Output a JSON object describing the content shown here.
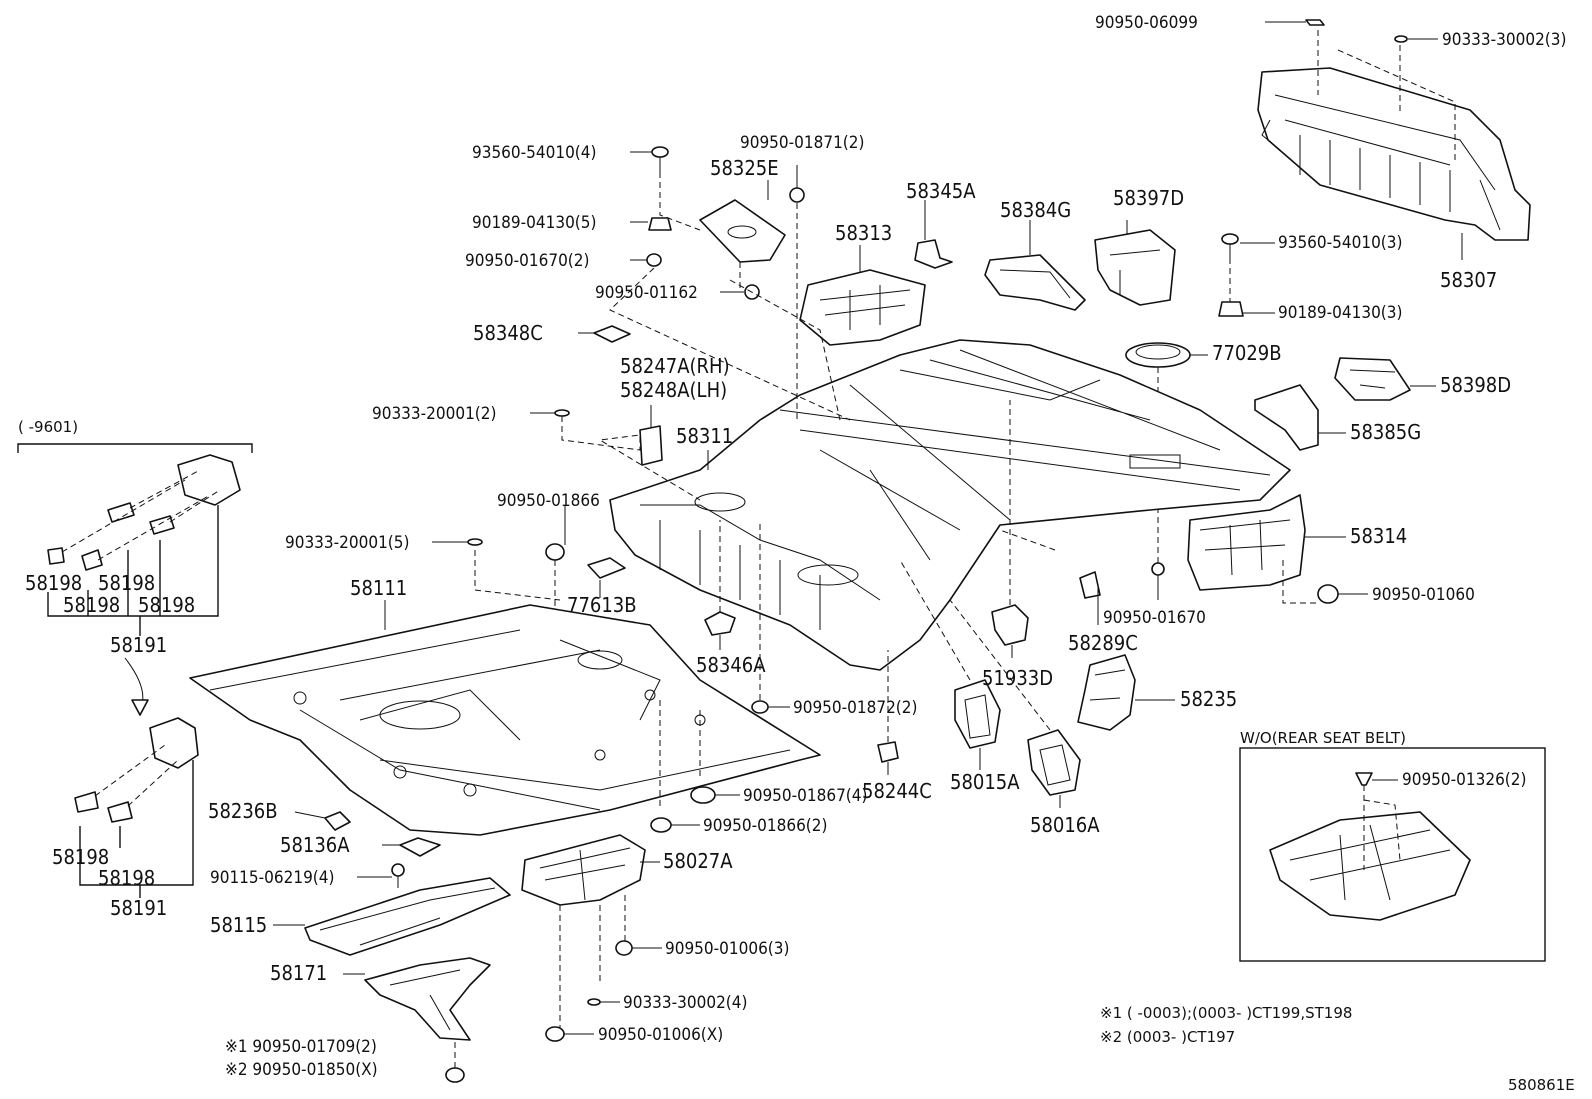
{
  "labels": {
    "p90950_06099": "90950-06099",
    "p90333_30002_3": "90333-30002(3)",
    "p58307": "58307",
    "p93560_54010_3": "93560-54010(3)",
    "p90189_04130_3": "90189-04130(3)",
    "p77029B": "77029B",
    "p58398D": "58398D",
    "p58385G": "58385G",
    "p58314": "58314",
    "p90950_01060": "90950-01060",
    "p90950_01670_r": "90950-01670",
    "p58289C": "58289C",
    "p51933D": "51933D",
    "p58235": "58235",
    "p58016A": "58016A",
    "p58015A": "58015A",
    "p58244C": "58244C",
    "p93560_54010_4": "93560-54010(4)",
    "p90950_01871_2": "90950-01871(2)",
    "p58325E": "58325E",
    "p58345A": "58345A",
    "p58384G": "58384G",
    "p58397D": "58397D",
    "p90189_04130_5": "90189-04130(5)",
    "p58313": "58313",
    "p90950_01670_2": "90950-01670(2)",
    "p90950_01162": "90950-01162",
    "p58348C": "58348C",
    "p58247A": "58247A(RH)",
    "p58248A": "58248A(LH)",
    "p90333_20001_2": "90333-20001(2)",
    "p58311": "58311",
    "p90950_01866": "90950-01866",
    "p90333_20001_5": "90333-20001(5)",
    "p77613B": "77613B",
    "p58111": "58111",
    "p58346A": "58346A",
    "p90950_01872_2": "90950-01872(2)",
    "p90950_01867_4": "90950-01867(4)",
    "p90950_01866_2": "90950-01866(2)",
    "p58236B": "58236B",
    "p58136A": "58136A",
    "p90115_06219_4": "90115-06219(4)",
    "p58027A": "58027A",
    "p58115": "58115",
    "p90950_01006_3": "90950-01006(3)",
    "p58171": "58171",
    "p90333_30002_4": "90333-30002(4)",
    "p90950_01006_X": "90950-01006(X)",
    "p90950_01709_2": "※1 90950-01709(2)",
    "p90950_01850_X": "※2 90950-01850(X)",
    "left_range": "(    -9601)",
    "p58198_a": "58198",
    "p58198_b": "58198",
    "p58198_c": "58198",
    "p58198_d": "58198",
    "p58191_top": "58191",
    "p58198_e": "58198",
    "p58198_f": "58198",
    "p58191_bottom": "58191",
    "wo_title": "W/O(REAR SEAT BELT)",
    "p90950_01326_2": "90950-01326(2)",
    "note1": "※1  (        -0003);(0003-      )CT199,ST198",
    "note2": "※2  (0003-      )CT197",
    "diagram_code": "580861E"
  }
}
